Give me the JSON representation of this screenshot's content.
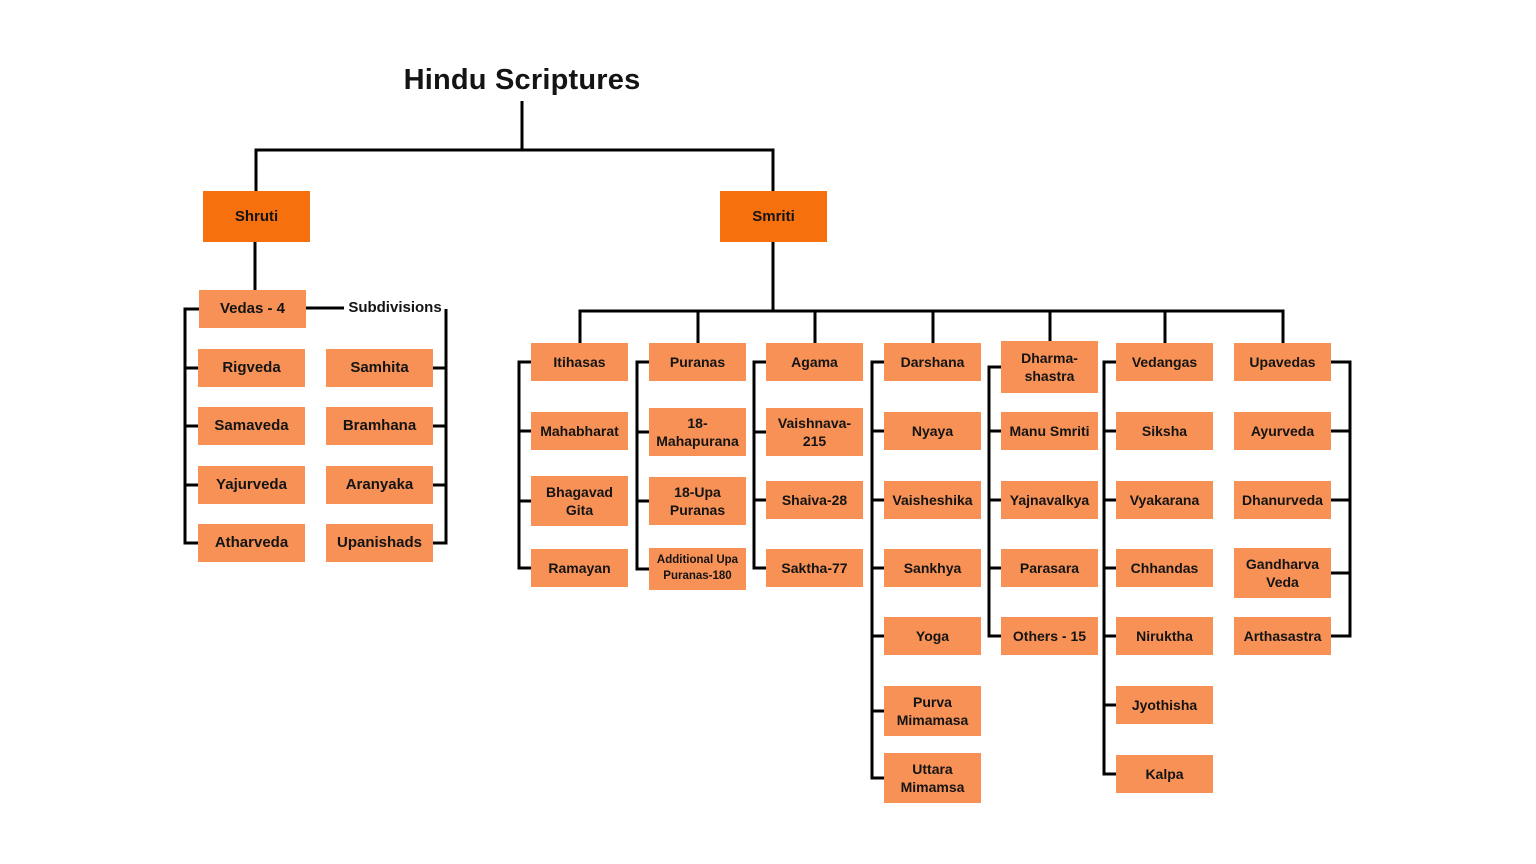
{
  "title": "Hindu Scriptures",
  "colors": {
    "primary": "#f7700e",
    "secondary": "#f79155",
    "line": "#000000",
    "text": "#141414",
    "background": "#ffffff"
  },
  "shruti": {
    "label": "Shruti",
    "vedas": {
      "label": "Vedas - 4",
      "children": [
        "Rigveda",
        "Samaveda",
        "Yajurveda",
        "Atharveda"
      ]
    },
    "subdivisions": {
      "label": "Subdivisions",
      "children": [
        "Samhita",
        "Bramhana",
        "Aranyaka",
        "Upanishads"
      ]
    }
  },
  "smriti": {
    "label": "Smriti",
    "columns": [
      {
        "label": "Itihasas",
        "children": [
          "Mahabharat",
          "Bhagavad Gita",
          "Ramayan"
        ]
      },
      {
        "label": "Puranas",
        "children": [
          "18-Mahapurana",
          "18-Upa Puranas",
          "Additional Upa Puranas-180"
        ]
      },
      {
        "label": "Agama",
        "children": [
          "Vaishnava-215",
          "Shaiva-28",
          "Saktha-77"
        ]
      },
      {
        "label": "Darshana",
        "children": [
          "Nyaya",
          "Vaisheshika",
          "Sankhya",
          "Yoga",
          "Purva Mimamasa",
          "Uttara Mimamsa"
        ]
      },
      {
        "label": "Dharma-shastra",
        "children": [
          "Manu Smriti",
          "Yajnavalkya",
          "Parasara",
          "Others - 15"
        ]
      },
      {
        "label": "Vedangas",
        "children": [
          "Siksha",
          "Vyakarana",
          "Chhandas",
          "Niruktha",
          "Jyothisha",
          "Kalpa"
        ]
      },
      {
        "label": "Upavedas",
        "children": [
          "Ayurveda",
          "Dhanurveda",
          "Gandharva Veda",
          "Arthasastra"
        ]
      }
    ]
  }
}
